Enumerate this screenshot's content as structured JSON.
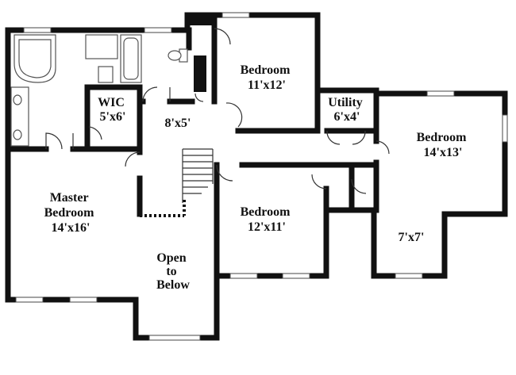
{
  "rooms": [
    {
      "id": "master",
      "lines": [
        "Master",
        "Bedroom",
        "14'x16'"
      ]
    },
    {
      "id": "wic",
      "lines": [
        "WIC",
        "5'x6'"
      ]
    },
    {
      "id": "hall",
      "lines": [
        "8'x5'"
      ]
    },
    {
      "id": "bed1",
      "lines": [
        "Bedroom",
        "11'x12'"
      ]
    },
    {
      "id": "utility",
      "lines": [
        "Utility",
        "6'x4'"
      ]
    },
    {
      "id": "bed2",
      "lines": [
        "Bedroom",
        "14'x13'"
      ]
    },
    {
      "id": "bed3",
      "lines": [
        "Bedroom",
        "12'x11'"
      ]
    },
    {
      "id": "open",
      "lines": [
        "Open",
        "to",
        "Below"
      ]
    },
    {
      "id": "nook",
      "lines": [
        "7'x7'"
      ]
    }
  ]
}
